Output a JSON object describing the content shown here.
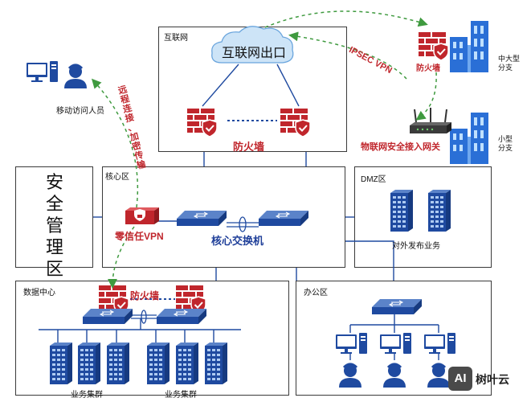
{
  "zones": {
    "internet": "互联网",
    "core": "核心区",
    "dmz": "DMZ区",
    "security": "安全管理区",
    "datacenter": "数据中心",
    "office": "办公区"
  },
  "labels": {
    "internet_exit": "互联网出口",
    "firewall_main": "防火墙",
    "zero_trust_vpn": "零信任VPN",
    "core_switch": "核心交换机",
    "dmz_service": "对外发布业务",
    "dc_firewall": "防火墙",
    "cluster_left": "业务集群",
    "cluster_right": "业务集群",
    "mobile_user": "移动访问人员",
    "remote_conn": "远程连接、加密传输",
    "ipsec_vpn": "IPSEC VPN",
    "branch_firewall": "防火墙",
    "iot_gateway": "物联网安全接入网关",
    "branch_large": "中大型\n分支",
    "branch_small": "小型\n分支"
  },
  "watermark": {
    "badge": "AI",
    "text": "树叶云"
  },
  "colors": {
    "accent_red": "#c0262c",
    "device_blue": "#1f4aa0",
    "cloud_blue": "#cde4f7",
    "link_green": "#3f9a3f"
  }
}
